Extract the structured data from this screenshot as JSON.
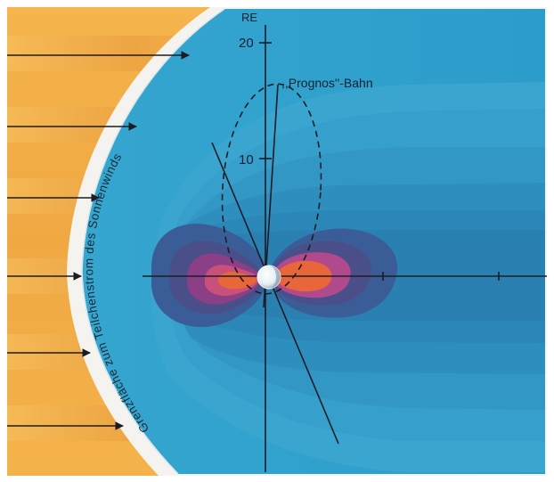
{
  "figure": {
    "axis_unit_label": "RE",
    "y_ticks": [
      {
        "label": "20",
        "value": 20
      },
      {
        "label": "10",
        "value": 10
      }
    ],
    "orbit_label": ",,Prognos''-Bahn",
    "boundary_label": "Grenzfläche zum Teilchenstrom des Sonnenwinds",
    "colors": {
      "sun": "#f2b24a",
      "space": "#3aa6cf",
      "outer_field": "#2e8fbf",
      "mid_field": "#2a6f9e",
      "inner_field": "#4a4f8a",
      "belt_magenta": "#b04a8c",
      "belt_core": "#e8663a",
      "lines": "#1c1c24"
    },
    "icons": [
      "solar-wind-arrow-icon",
      "earth-icon"
    ]
  }
}
